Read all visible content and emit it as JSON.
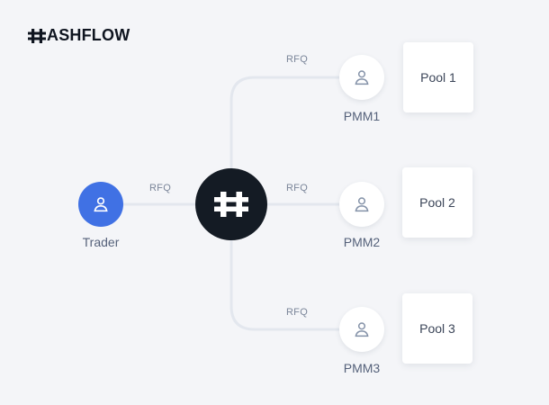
{
  "brand": {
    "name": "ASHFLOW"
  },
  "trader": {
    "label": "Trader"
  },
  "edges": {
    "trader_to_hub": "RFQ",
    "hub_to_pmm1": "RFQ",
    "hub_to_pmm2": "RFQ",
    "hub_to_pmm3": "RFQ"
  },
  "pmms": [
    {
      "label": "PMM1",
      "pool": "Pool 1"
    },
    {
      "label": "PMM2",
      "pool": "Pool 2"
    },
    {
      "label": "PMM3",
      "pool": "Pool 3"
    }
  ],
  "icons": {
    "trader": "user-icon",
    "pmm": "user-icon",
    "hub": "hashflow-hash-icon",
    "logo": "hashflow-hash-icon"
  },
  "colors": {
    "trader": "#4071e4",
    "hub": "#141b24",
    "line": "#e3e7ee",
    "background": "#f4f5f8"
  }
}
